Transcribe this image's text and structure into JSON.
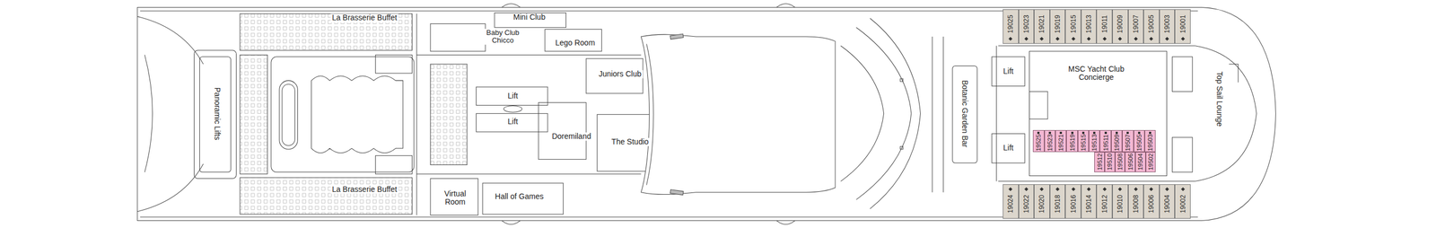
{
  "diagram": {
    "nodes": [
      {
        "text": [
          "19025"
        ]
      },
      {
        "text": [
          "19023"
        ]
      },
      {
        "text": [
          "19021"
        ]
      },
      {
        "text": [
          "19019"
        ]
      },
      {
        "text": [
          "19015"
        ]
      },
      {
        "text": [
          "19013"
        ]
      },
      {
        "text": [
          "19011"
        ]
      },
      {
        "text": [
          "19009"
        ]
      },
      {
        "text": [
          "19007"
        ]
      },
      {
        "text": [
          "19005"
        ]
      },
      {
        "text": [
          "19003"
        ]
      },
      {
        "text": [
          "19001"
        ]
      },
      {
        "text": [
          "19525"
        ]
      },
      {
        "text": [
          "19523"
        ]
      },
      {
        "text": [
          "19521"
        ]
      },
      {
        "text": [
          "19519"
        ]
      },
      {
        "text": [
          "19515"
        ]
      },
      {
        "text": [
          "19513"
        ]
      },
      {
        "text": [
          "19511"
        ]
      },
      {
        "text": [
          "19509"
        ]
      },
      {
        "text": [
          "19507"
        ]
      },
      {
        "text": [
          "19505"
        ]
      },
      {
        "text": [
          "19503"
        ]
      },
      {
        "text": [
          "19512"
        ]
      },
      {
        "text": [
          "19510"
        ]
      },
      {
        "text": [
          "19508"
        ]
      },
      {
        "text": [
          "19506"
        ]
      },
      {
        "text": [
          "19504"
        ]
      },
      {
        "text": [
          "19502"
        ]
      },
      {
        "text": [
          "19024"
        ]
      },
      {
        "text": [
          "19022"
        ]
      },
      {
        "text": [
          "19020"
        ]
      },
      {
        "text": [
          "19018"
        ]
      },
      {
        "text": [
          "19016"
        ]
      },
      {
        "text": [
          "19014"
        ]
      },
      {
        "text": [
          "19012"
        ]
      },
      {
        "text": [
          "19010"
        ]
      },
      {
        "text": [
          "19008"
        ]
      },
      {
        "text": [
          "19006"
        ]
      },
      {
        "text": [
          "19004"
        ]
      },
      {
        "text": [
          "19002"
        ]
      }
    ],
    "labels": [
      "La Brasserie Buffet",
      "Mini Club",
      "Baby Club Chicco",
      "Lego Room",
      "Juniors Club",
      "Lift",
      "Lift",
      "Doremiland",
      "The Studio",
      "Panoramic Lifts",
      "Botanic Garden Bar",
      "Lift",
      "MSC Yacht Club Concierge",
      "Top Sail Lounge",
      "Lift",
      "Virtual Room",
      "Hall of Games",
      "La Brasserie Buffet"
    ]
  }
}
